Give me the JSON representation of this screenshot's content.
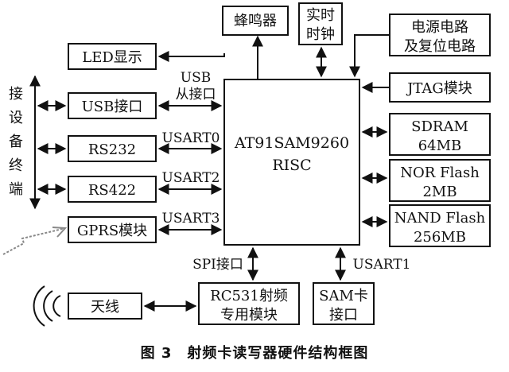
{
  "blocks": {
    "cpu": [
      "AT91SAM9260",
      "RISC"
    ],
    "buzzer": "蜂鸣器",
    "rtc": [
      "实时",
      "时钟"
    ],
    "power": [
      "电源电路",
      "及复位电路"
    ],
    "led": "LED显示",
    "usb_port": "USB接口",
    "rs232": "RS232",
    "rs422": "RS422",
    "gprs": "GPRS模块",
    "jtag": "JTAG模块",
    "sdram": [
      "SDRAM",
      "64MB"
    ],
    "nor": [
      "NOR Flash",
      "2MB"
    ],
    "nand": [
      "NAND Flash",
      "256MB"
    ],
    "rc531": [
      "RC531射频",
      "专用模块"
    ],
    "sam": [
      "SAM卡",
      "接口"
    ],
    "antenna": "天线"
  },
  "links": {
    "usb_slave": [
      "USB",
      "从接口"
    ],
    "usart0": "USART0",
    "usart2": "USART2",
    "usart3": "USART3",
    "spi": "SPI接口",
    "usart1": "USART1"
  },
  "terminal": [
    "接",
    "设",
    "备",
    "终",
    "端"
  ],
  "caption": "图 3　射频卡读写器硬件结构框图"
}
